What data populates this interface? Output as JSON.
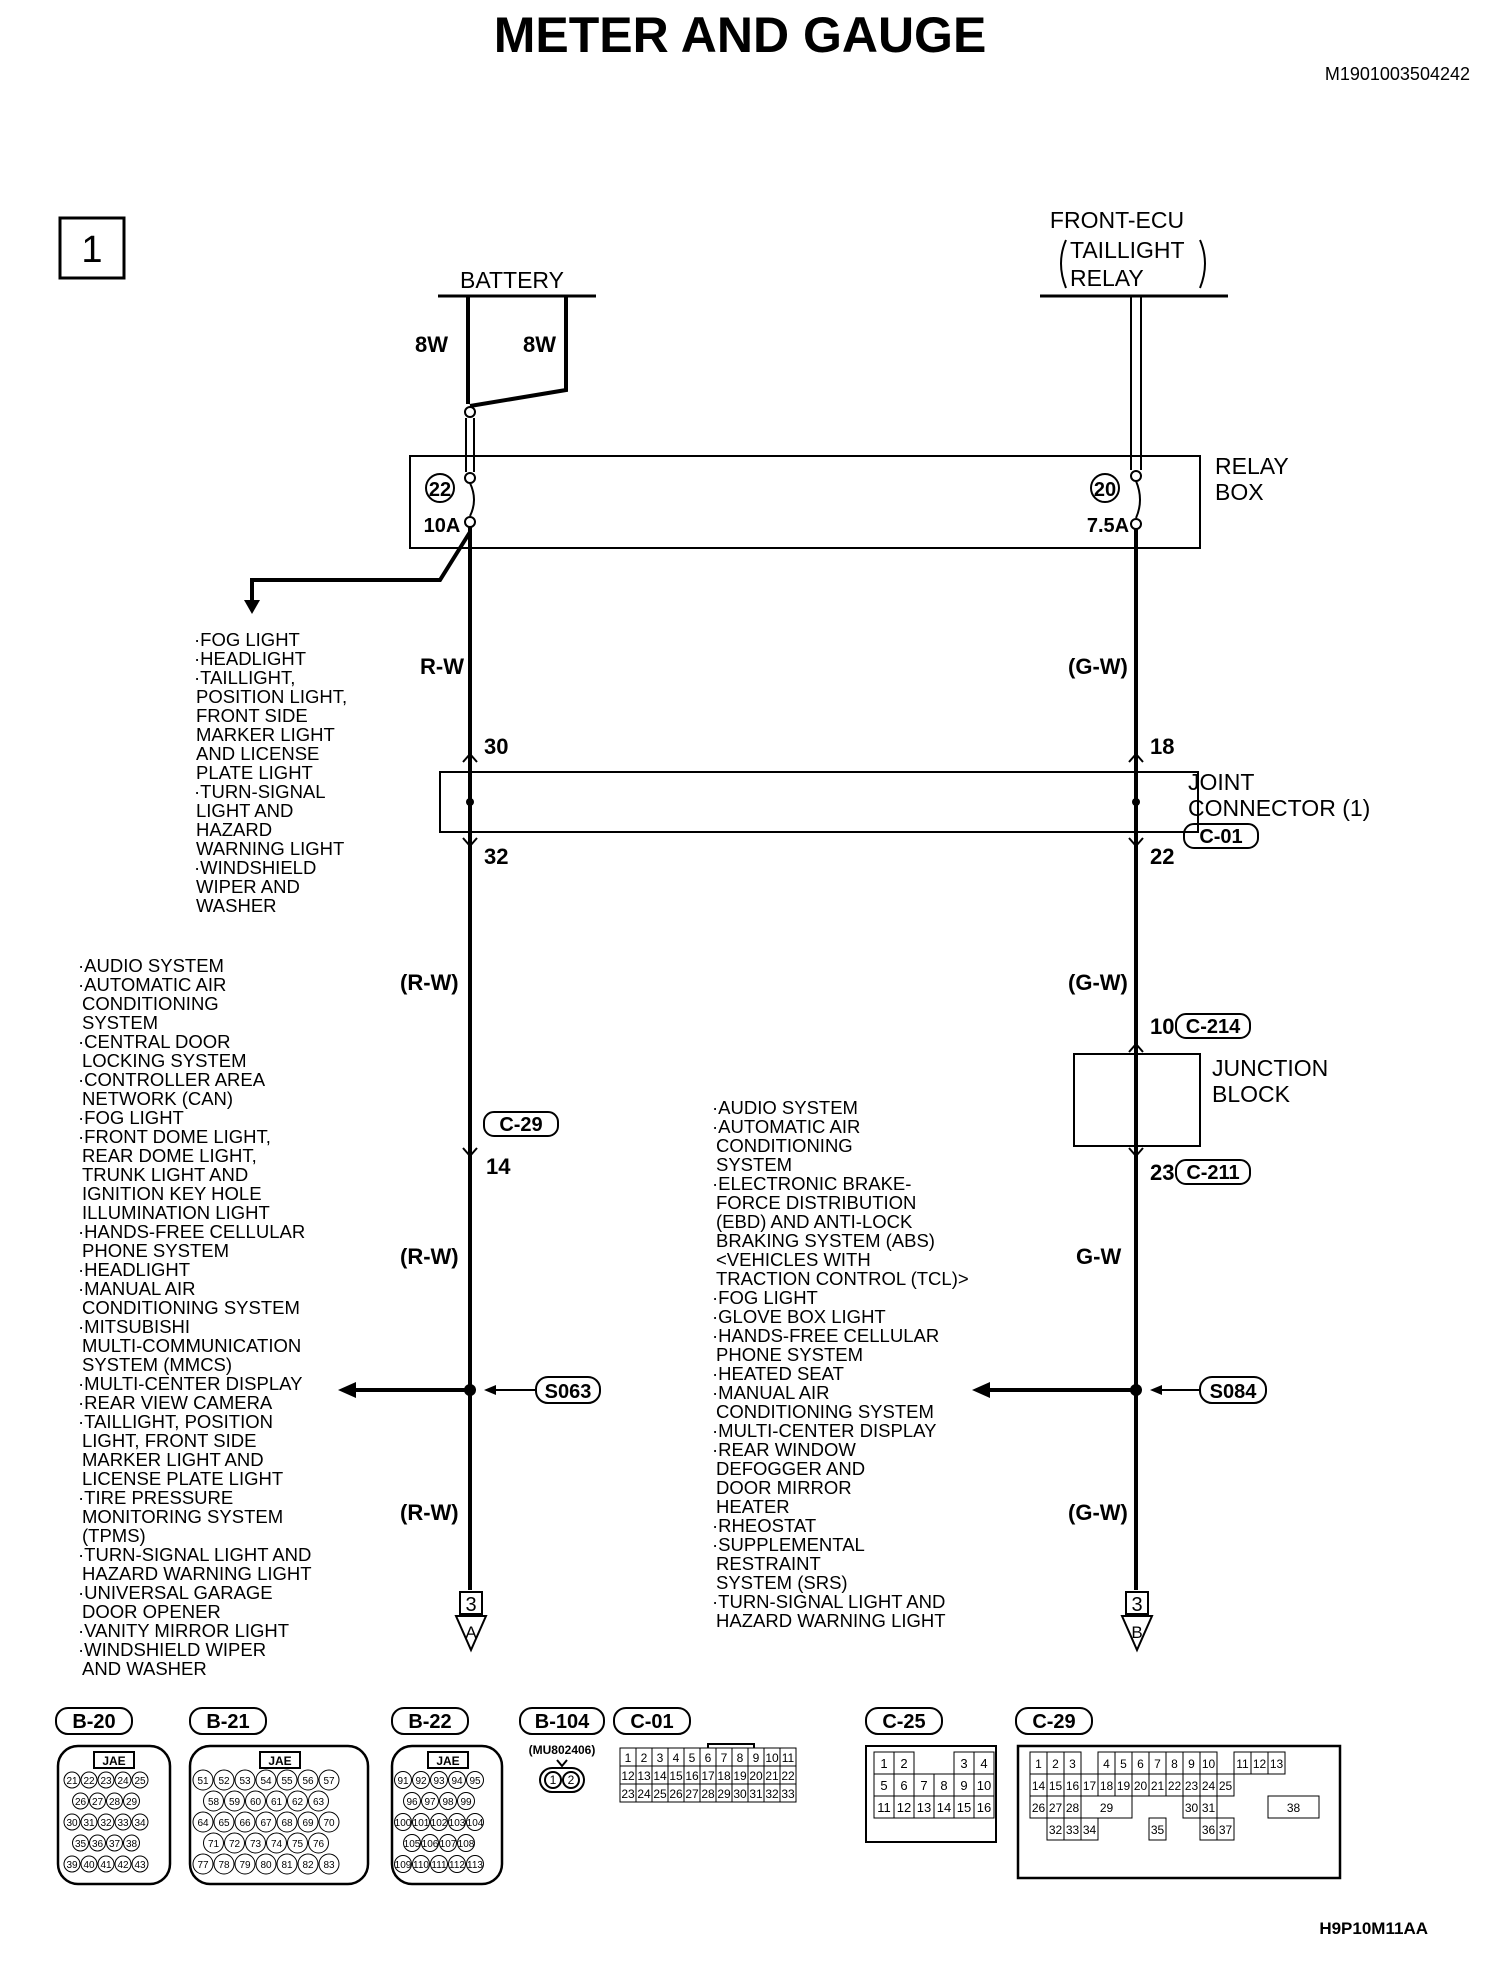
{
  "title": "METER AND GAUGE",
  "doc_id": "M1901003504242",
  "figure_id": "H9P10M11AA",
  "page_number": "1",
  "sources": {
    "battery": "BATTERY",
    "front_ecu": [
      "FRONT-ECU",
      "TAILLIGHT",
      "RELAY"
    ]
  },
  "wire_sizes": [
    "8W",
    "8W"
  ],
  "relay_box": {
    "label": [
      "RELAY",
      "BOX"
    ],
    "fuse_left": {
      "number": "22",
      "rating": "10A"
    },
    "fuse_right": {
      "number": "20",
      "rating": "7.5A"
    }
  },
  "wire_colors": {
    "left_1": "R-W",
    "right_1": "(G-W)",
    "left_2": "(R-W)",
    "right_2": "(G-W)",
    "left_3": "(R-W)",
    "right_3": "G-W",
    "left_4": "(R-W)",
    "right_4": "(G-W)"
  },
  "joint_connector": {
    "label": [
      "JOINT",
      "CONNECTOR (1)"
    ],
    "connector": "C-01",
    "pins": {
      "left_in": "30",
      "left_out": "32",
      "right_in": "18",
      "right_out": "22"
    }
  },
  "junction_block": {
    "label": [
      "JUNCTION",
      "BLOCK"
    ],
    "in_pin": "10",
    "in_connector": "C-214",
    "out_pin": "23",
    "out_connector": "C-211"
  },
  "c29": {
    "connector": "C-29",
    "pin": "14"
  },
  "splices": {
    "left": "S063",
    "right": "S084"
  },
  "continuations": {
    "left": {
      "page": "3",
      "letter": "A"
    },
    "right": {
      "page": "3",
      "letter": "B"
    }
  },
  "lists": {
    "fuse_branch": [
      "·FOG LIGHT",
      "·HEADLIGHT",
      "·TAILLIGHT,",
      "POSITION LIGHT,",
      "FRONT SIDE",
      "MARKER LIGHT",
      "AND LICENSE",
      "PLATE LIGHT",
      "·TURN-SIGNAL",
      "LIGHT AND",
      "HAZARD",
      "WARNING LIGHT",
      "·WINDSHIELD",
      "WIPER AND",
      "WASHER"
    ],
    "left_splice": [
      "·AUDIO SYSTEM",
      "·AUTOMATIC AIR",
      "CONDITIONING",
      "SYSTEM",
      "·CENTRAL DOOR",
      "LOCKING SYSTEM",
      "·CONTROLLER AREA",
      "NETWORK (CAN)",
      "·FOG LIGHT",
      "·FRONT DOME LIGHT,",
      "REAR DOME LIGHT,",
      "TRUNK LIGHT AND",
      "IGNITION KEY HOLE",
      "ILLUMINATION LIGHT",
      "·HANDS-FREE CELLULAR",
      "PHONE SYSTEM",
      "·HEADLIGHT",
      "·MANUAL AIR",
      "CONDITIONING SYSTEM",
      "·MITSUBISHI",
      "MULTI-COMMUNICATION",
      "SYSTEM (MMCS)",
      "·MULTI-CENTER DISPLAY",
      "·REAR VIEW CAMERA",
      "·TAILLIGHT, POSITION",
      "LIGHT, FRONT SIDE",
      "MARKER LIGHT AND",
      "LICENSE PLATE LIGHT",
      "·TIRE PRESSURE",
      "MONITORING SYSTEM",
      "(TPMS)",
      "·TURN-SIGNAL LIGHT AND",
      "HAZARD WARNING LIGHT",
      "·UNIVERSAL GARAGE",
      "DOOR OPENER",
      "·VANITY MIRROR LIGHT",
      "·WINDSHIELD WIPER",
      "AND WASHER"
    ],
    "right_splice": [
      "·AUDIO SYSTEM",
      "·AUTOMATIC AIR",
      "CONDITIONING",
      "SYSTEM",
      "·ELECTRONIC BRAKE-",
      "FORCE DISTRIBUTION",
      "(EBD) AND ANTI-LOCK",
      "BRAKING SYSTEM (ABS)",
      "<VEHICLES WITH",
      "TRACTION CONTROL (TCL)>",
      "·FOG LIGHT",
      "·GLOVE BOX LIGHT",
      "·HANDS-FREE CELLULAR",
      "PHONE SYSTEM",
      "·HEATED SEAT",
      "·MANUAL AIR",
      "CONDITIONING SYSTEM",
      "·MULTI-CENTER DISPLAY",
      "·REAR WINDOW",
      "DEFOGGER AND",
      "DOOR MIRROR",
      "HEATER",
      "·RHEOSTAT",
      "·SUPPLEMENTAL",
      "RESTRAINT",
      "SYSTEM (SRS)",
      "·TURN-SIGNAL LIGHT AND",
      "HAZARD WARNING LIGHT"
    ]
  },
  "connector_views": [
    {
      "tag": "B-20",
      "type": "JAE",
      "rows": [
        [
          "21",
          "22",
          "23",
          "24",
          "25"
        ],
        [
          "26",
          "27",
          "28",
          "29"
        ],
        [
          "30",
          "31",
          "32",
          "33",
          "34"
        ],
        [
          "35",
          "36",
          "37",
          "38"
        ],
        [
          "39",
          "40",
          "41",
          "42",
          "43"
        ]
      ]
    },
    {
      "tag": "B-21",
      "type": "JAE",
      "rows": [
        [
          "51",
          "52",
          "53",
          "54",
          "55",
          "56",
          "57"
        ],
        [
          "58",
          "59",
          "60",
          "61",
          "62",
          "63"
        ],
        [
          "64",
          "65",
          "66",
          "67",
          "68",
          "69",
          "70"
        ],
        [
          "71",
          "72",
          "73",
          "74",
          "75",
          "76"
        ],
        [
          "77",
          "78",
          "79",
          "80",
          "81",
          "82",
          "83"
        ]
      ]
    },
    {
      "tag": "B-22",
      "type": "JAE",
      "rows": [
        [
          "91",
          "92",
          "93",
          "94",
          "95"
        ],
        [
          "96",
          "97",
          "98",
          "99"
        ],
        [
          "100",
          "101",
          "102",
          "103",
          "104"
        ],
        [
          "105",
          "106",
          "107",
          "108"
        ],
        [
          "109",
          "110",
          "111",
          "112",
          "113"
        ]
      ]
    },
    {
      "tag": "B-104",
      "part": "(MU802406)",
      "pins": [
        "1",
        "2"
      ]
    },
    {
      "tag": "C-01",
      "rows": [
        [
          "1",
          "2",
          "3",
          "4",
          "5",
          "6",
          "7",
          "8",
          "9",
          "10",
          "11"
        ],
        [
          "12",
          "13",
          "14",
          "15",
          "16",
          "17",
          "18",
          "19",
          "20",
          "21",
          "22"
        ],
        [
          "23",
          "24",
          "25",
          "26",
          "27",
          "28",
          "29",
          "30",
          "31",
          "32",
          "33"
        ]
      ]
    },
    {
      "tag": "C-25",
      "rows": [
        [
          "1",
          "2",
          "",
          "3",
          "4"
        ],
        [
          "5",
          "6",
          "7",
          "8",
          "9",
          "10"
        ],
        [
          "11",
          "12",
          "13",
          "14",
          "15",
          "16"
        ]
      ]
    },
    {
      "tag": "C-29",
      "rows": [
        [
          "1",
          "2",
          "3",
          "4",
          "5",
          "6",
          "7",
          "8",
          "9",
          "10",
          "11",
          "12",
          "13"
        ],
        [
          "14",
          "15",
          "16",
          "17",
          "18",
          "19",
          "20",
          "21",
          "22",
          "23",
          "24",
          "25"
        ],
        [
          "26",
          "27",
          "28",
          "29",
          "30",
          "31",
          "38"
        ],
        [
          "32",
          "33",
          "34",
          "35",
          "36",
          "37"
        ]
      ]
    }
  ]
}
